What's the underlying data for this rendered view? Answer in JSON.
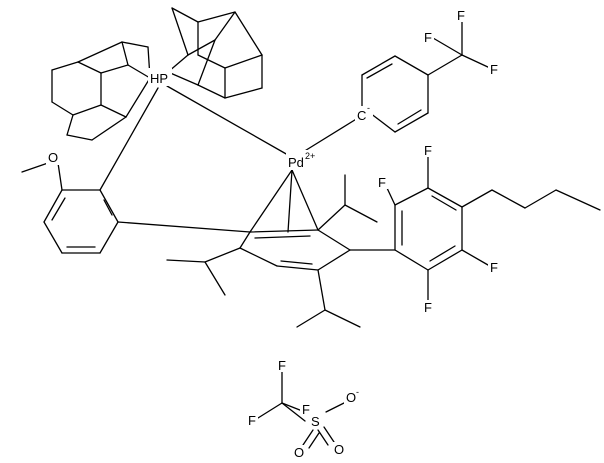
{
  "structure": {
    "atoms": {
      "phosphorus": "HP",
      "palladium": "Pd",
      "palladium_charge": "2+",
      "aryl_carbon": "C",
      "aryl_carbon_charge": "-",
      "oxygen_methoxy": "O",
      "fluorine": "F",
      "sulfur": "S",
      "sulfonyl_oxygen": "O",
      "oxide_oxygen": "O",
      "oxide_charge": "-"
    }
  }
}
